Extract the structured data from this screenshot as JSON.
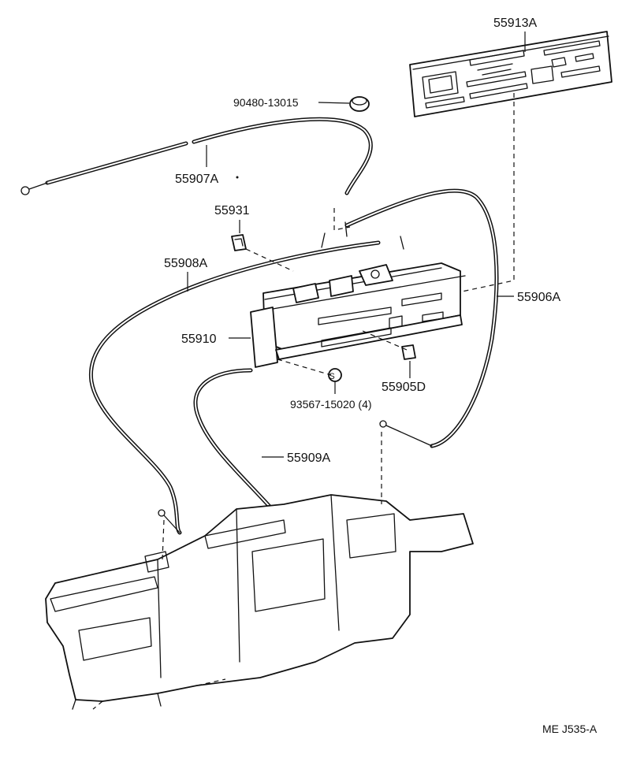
{
  "parts": {
    "p55913A": "55913A",
    "p90480": "90480-13015",
    "p55907A": "55907A",
    "p55931": "55931",
    "p55908A": "55908A",
    "p55906A": "55906A",
    "p55910": "55910",
    "p55905D": "55905D",
    "p93567": "93567-15020 (4)",
    "p55909A": "55909A",
    "screw_symbol": "S"
  },
  "footer": {
    "code": "ME J535-A"
  }
}
